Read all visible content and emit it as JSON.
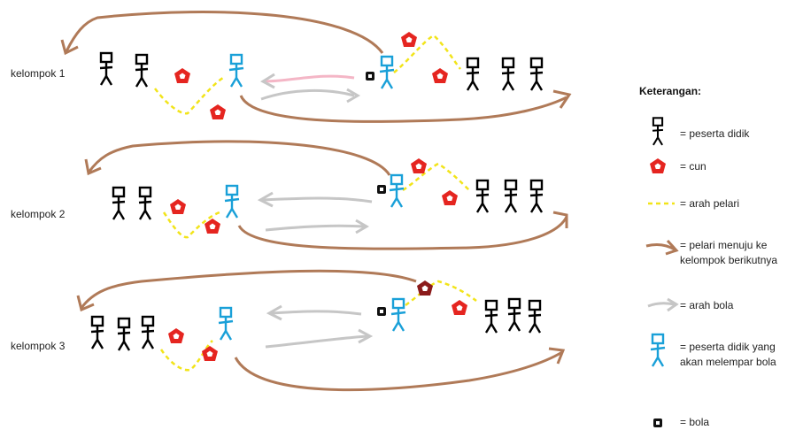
{
  "groups": [
    {
      "label": "kelompok 1"
    },
    {
      "label": "kelompok 2"
    },
    {
      "label": "kelompok 3"
    }
  ],
  "legend": {
    "title": "Keterangan:",
    "items": [
      {
        "icon": "student-icon",
        "text": "= peserta didik"
      },
      {
        "icon": "cone-icon",
        "text": "= cun"
      },
      {
        "icon": "runner-path-icon",
        "text": "= arah pelari"
      },
      {
        "icon": "runner-next-group-icon",
        "text": "= pelari menuju ke kelompok berikutnya"
      },
      {
        "icon": "ball-direction-icon",
        "text": "= arah bola"
      },
      {
        "icon": "thrower-icon",
        "text": "= peserta didik yang akan melempar bola"
      },
      {
        "icon": "ball-icon",
        "text": "= bola"
      }
    ]
  },
  "colors": {
    "student": "#000000",
    "thrower": "#19a0d8",
    "cone": "#e52520",
    "cone_dark": "#8b1a1a",
    "runner_path": "#f2e41a",
    "next_group": "#b07a58",
    "ball_direction": "#c6c6c6",
    "ball_pink": "#f4b6c6"
  }
}
